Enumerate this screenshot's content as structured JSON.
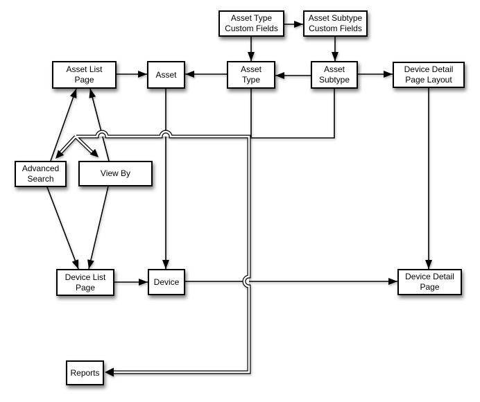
{
  "diagram": {
    "background_color": "#ffffff",
    "line_color": "#000000",
    "box_fill_color": "#ffffff",
    "nodes": [
      {
        "id": "asset-type-custom-fields",
        "label": "Asset Type\nCustom Fields"
      },
      {
        "id": "asset-subtype-custom-fields",
        "label": "Asset Subtype\nCustom Fields"
      },
      {
        "id": "asset-list-page",
        "label": "Asset List\nPage"
      },
      {
        "id": "asset",
        "label": "Asset"
      },
      {
        "id": "asset-type",
        "label": "Asset\nType"
      },
      {
        "id": "asset-subtype",
        "label": "Asset\nSubtype"
      },
      {
        "id": "device-detail-page-layout",
        "label": "Device Detail\nPage Layout"
      },
      {
        "id": "advanced-search",
        "label": "Advanced\nSearch"
      },
      {
        "id": "view-by",
        "label": "View By"
      },
      {
        "id": "device-list-page",
        "label": "Device List\nPage"
      },
      {
        "id": "device",
        "label": "Device"
      },
      {
        "id": "device-detail-page",
        "label": "Device Detail\nPage"
      },
      {
        "id": "reports",
        "label": "Reports"
      }
    ],
    "edges": [
      {
        "from": "Asset Type Custom Fields",
        "to": "Asset Subtype Custom Fields",
        "type": "arrow"
      },
      {
        "from": "Asset Type Custom Fields",
        "to": "Asset Type",
        "type": "arrow"
      },
      {
        "from": "Asset Subtype Custom Fields",
        "to": "Asset Subtype",
        "type": "arrow"
      },
      {
        "from": "Asset List Page",
        "to": "Asset",
        "type": "arrow"
      },
      {
        "from": "Asset Type",
        "to": "Asset",
        "type": "arrow"
      },
      {
        "from": "Asset Subtype",
        "to": "Asset Type",
        "type": "arrow"
      },
      {
        "from": "Asset Subtype",
        "to": "Device Detail Page Layout",
        "type": "arrow"
      },
      {
        "from": "Advanced Search",
        "to": "Asset List Page",
        "type": "arrow"
      },
      {
        "from": "View By",
        "to": "Asset List Page",
        "type": "arrow"
      },
      {
        "from": "Advanced Search",
        "to": "Device List Page",
        "type": "arrow"
      },
      {
        "from": "View By",
        "to": "Device List Page",
        "type": "arrow"
      },
      {
        "from": "Asset",
        "to": "Device",
        "type": "arrow"
      },
      {
        "from": "Device List Page",
        "to": "Device",
        "type": "arrow"
      },
      {
        "from": "Device",
        "to": "Device Detail Page",
        "type": "arrow"
      },
      {
        "from": "Device Detail Page Layout",
        "to": "Device Detail Page",
        "type": "arrow"
      },
      {
        "from": "Asset Type + Asset Subtype",
        "to": "Advanced Search + View By + Reports",
        "type": "double-line-arrow",
        "note": "hollow double-rail connector with line hops at crossings"
      }
    ]
  }
}
